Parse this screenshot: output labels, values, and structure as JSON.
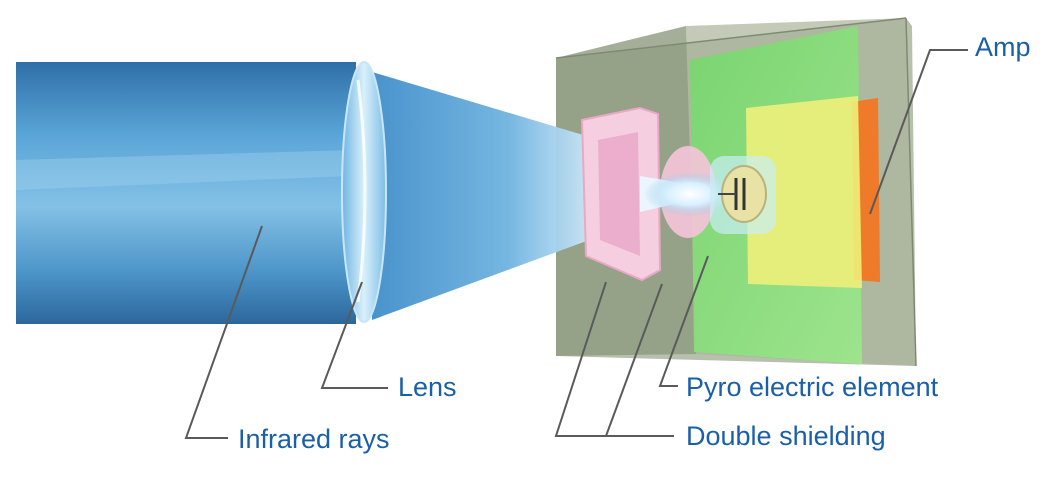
{
  "diagram": {
    "labels": {
      "amp": "Amp",
      "lens": "Lens",
      "pyro": "Pyro electric element",
      "infrared": "Infrared rays",
      "shielding": "Double shielding"
    }
  },
  "colors": {
    "label_text": "#1b5fa8",
    "leader_line": "#5a5a5a",
    "ray_blue": "#3f8cc8",
    "housing_gray": "#9aa58c",
    "shield_green": "#7fe07a",
    "window_pink": "#f3c4d8",
    "element_yellow": "#eef07a",
    "amp_orange": "#ee7a2a"
  }
}
